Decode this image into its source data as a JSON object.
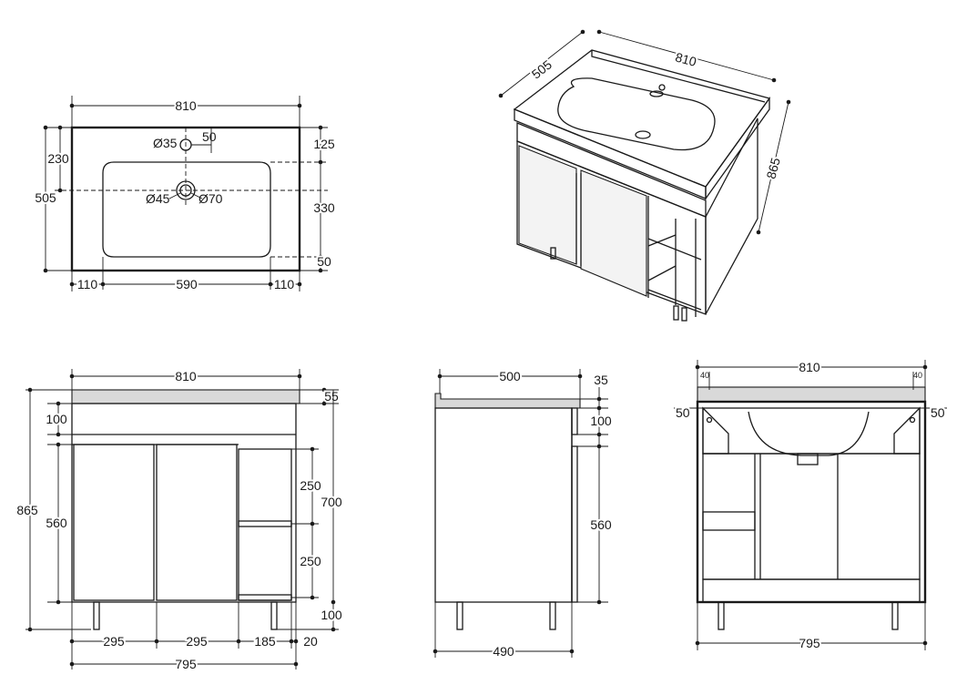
{
  "top_view": {
    "overall_width": "810",
    "overall_depth": "505",
    "tap_hole": "Ø35",
    "tap_offset": "50",
    "to_bowl_center": "230",
    "back_margin": "125",
    "bowl_depth": "330",
    "front_margin": "50",
    "waste_inner": "Ø45",
    "waste_outer": "Ø70",
    "left_margin": "110",
    "bowl_width": "590",
    "right_margin": "110"
  },
  "iso_view": {
    "depth": "505",
    "width": "810",
    "height": "865"
  },
  "front_view": {
    "overall_width": "810",
    "top_thickness": "55",
    "drawer_band": "100",
    "total_height": "865",
    "door_height": "560",
    "cabinet_height": "700",
    "shelf_upper": "250",
    "shelf_lower": "250",
    "leg_height": "100",
    "door_left": "295",
    "door_right": "295",
    "open_section": "185",
    "side_offset": "20",
    "body_width": "795"
  },
  "side_view": {
    "overall_depth": "500",
    "top_thickness": "35",
    "band": "100",
    "door_height": "560",
    "base_depth": "490"
  },
  "back_view": {
    "overall_width": "810",
    "left_edge": "40",
    "right_edge": "40",
    "left_margin": "50",
    "right_margin": "50",
    "body_width": "795"
  }
}
